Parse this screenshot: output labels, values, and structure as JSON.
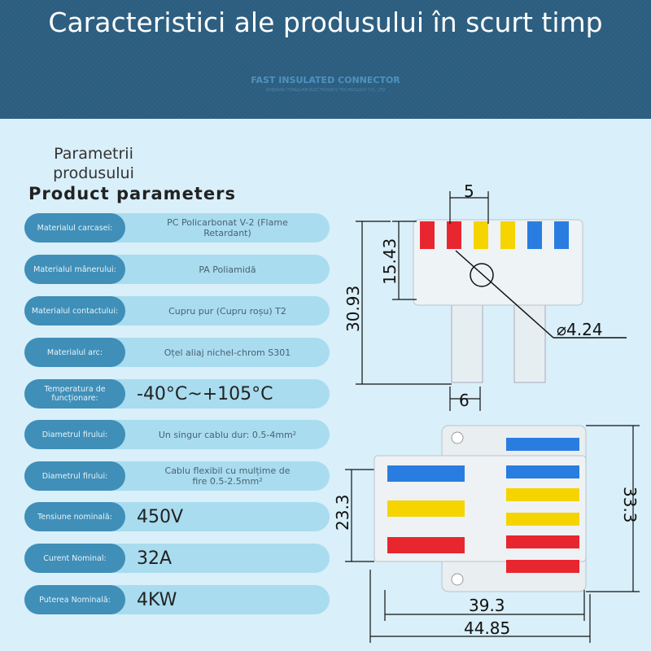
{
  "header": {
    "title": "Caracteristici ale produsului în scurt timp",
    "brand": "FAST INSULATED CONNECTOR",
    "brand_sub": "ZHEJIANG TONGLIAN ELECTRONICS TECHNOLOGY CO., LTD"
  },
  "params": {
    "title_ro": "Parametrii produsului",
    "title_en": "Product parameters",
    "rows": [
      {
        "label": "Materialul carcasei:",
        "value": "PC Policarbonat V-2 (Flame Retardant)"
      },
      {
        "label": "Materialul mânerului:",
        "value": "PA Poliamidă"
      },
      {
        "label": "Materialul contactului:",
        "value": "Cupru pur (Cupru roșu) T2"
      },
      {
        "label": "Materialul arc:",
        "value": "Oțel aliaj nichel-chrom S301"
      },
      {
        "label": "Temperatura de funcționare:",
        "value": "-40°C~+105°C"
      },
      {
        "label": "Diametrul firului:",
        "value": "Un singur cablu dur: 0.5-4mm²"
      },
      {
        "label": "Diametrul firului:",
        "value": "Cablu flexibil cu mulțime de fire 0.5-2.5mm²"
      },
      {
        "label": "Tensiune nominală:",
        "value": "450V"
      },
      {
        "label": "Curent Nominal:",
        "value": "32A"
      },
      {
        "label": "Puterea Nominală:",
        "value": "4KW"
      }
    ]
  },
  "dimensions": {
    "top_width": "5",
    "top_height": "15.43",
    "total_height": "30.93",
    "hole": "⌀4.24",
    "pin_width": "6",
    "side_inner": "23.3",
    "side_outer": "33.3",
    "length_inner": "39.3",
    "length_outer": "44.85"
  },
  "colors": {
    "red": "#e8262f",
    "yellow": "#f5d400",
    "blue": "#2a7de0"
  }
}
